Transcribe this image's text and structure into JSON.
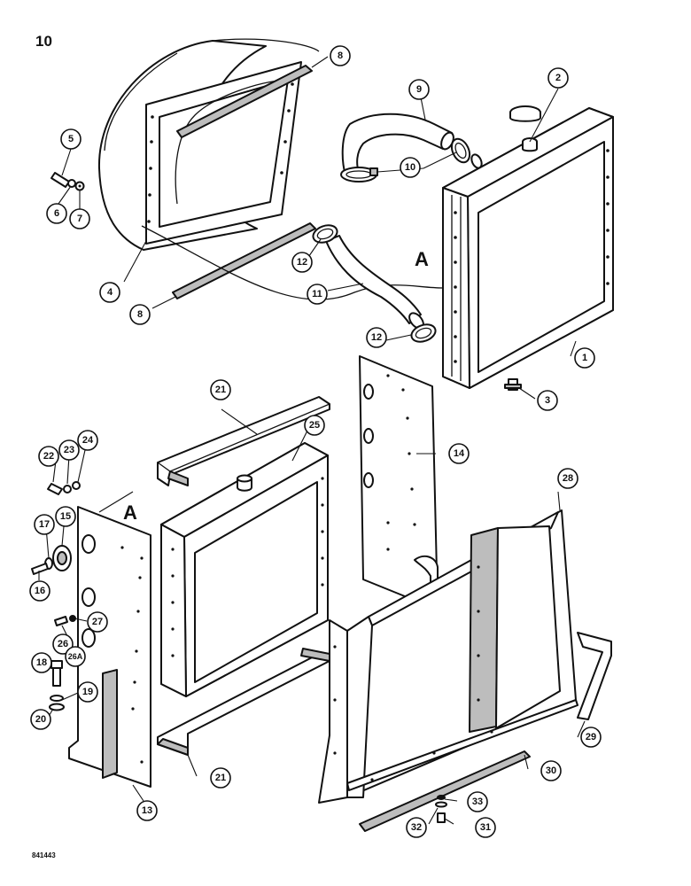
{
  "page_number": "10",
  "drawing_code": "841443",
  "view_markers": [
    "A",
    "A"
  ],
  "callouts": [
    {
      "id": "c1",
      "label": "1"
    },
    {
      "id": "c2",
      "label": "2"
    },
    {
      "id": "c3",
      "label": "3"
    },
    {
      "id": "c4",
      "label": "4"
    },
    {
      "id": "c5",
      "label": "5"
    },
    {
      "id": "c6",
      "label": "6"
    },
    {
      "id": "c7",
      "label": "7"
    },
    {
      "id": "c8a",
      "label": "8"
    },
    {
      "id": "c8b",
      "label": "8"
    },
    {
      "id": "c9",
      "label": "9"
    },
    {
      "id": "c10",
      "label": "10"
    },
    {
      "id": "c11",
      "label": "11"
    },
    {
      "id": "c12a",
      "label": "12"
    },
    {
      "id": "c12b",
      "label": "12"
    },
    {
      "id": "c13",
      "label": "13"
    },
    {
      "id": "c14",
      "label": "14"
    },
    {
      "id": "c15",
      "label": "15"
    },
    {
      "id": "c16",
      "label": "16"
    },
    {
      "id": "c17",
      "label": "17"
    },
    {
      "id": "c18",
      "label": "18"
    },
    {
      "id": "c19",
      "label": "19"
    },
    {
      "id": "c20",
      "label": "20"
    },
    {
      "id": "c21a",
      "label": "21"
    },
    {
      "id": "c21b",
      "label": "21"
    },
    {
      "id": "c22",
      "label": "22"
    },
    {
      "id": "c23",
      "label": "23"
    },
    {
      "id": "c24",
      "label": "24"
    },
    {
      "id": "c25",
      "label": "25"
    },
    {
      "id": "c26",
      "label": "26"
    },
    {
      "id": "c26a",
      "label": "26A"
    },
    {
      "id": "c27",
      "label": "27"
    },
    {
      "id": "c28",
      "label": "28"
    },
    {
      "id": "c29",
      "label": "29"
    },
    {
      "id": "c30",
      "label": "30"
    },
    {
      "id": "c31",
      "label": "31"
    },
    {
      "id": "c32",
      "label": "32"
    },
    {
      "id": "c33",
      "label": "33"
    }
  ]
}
